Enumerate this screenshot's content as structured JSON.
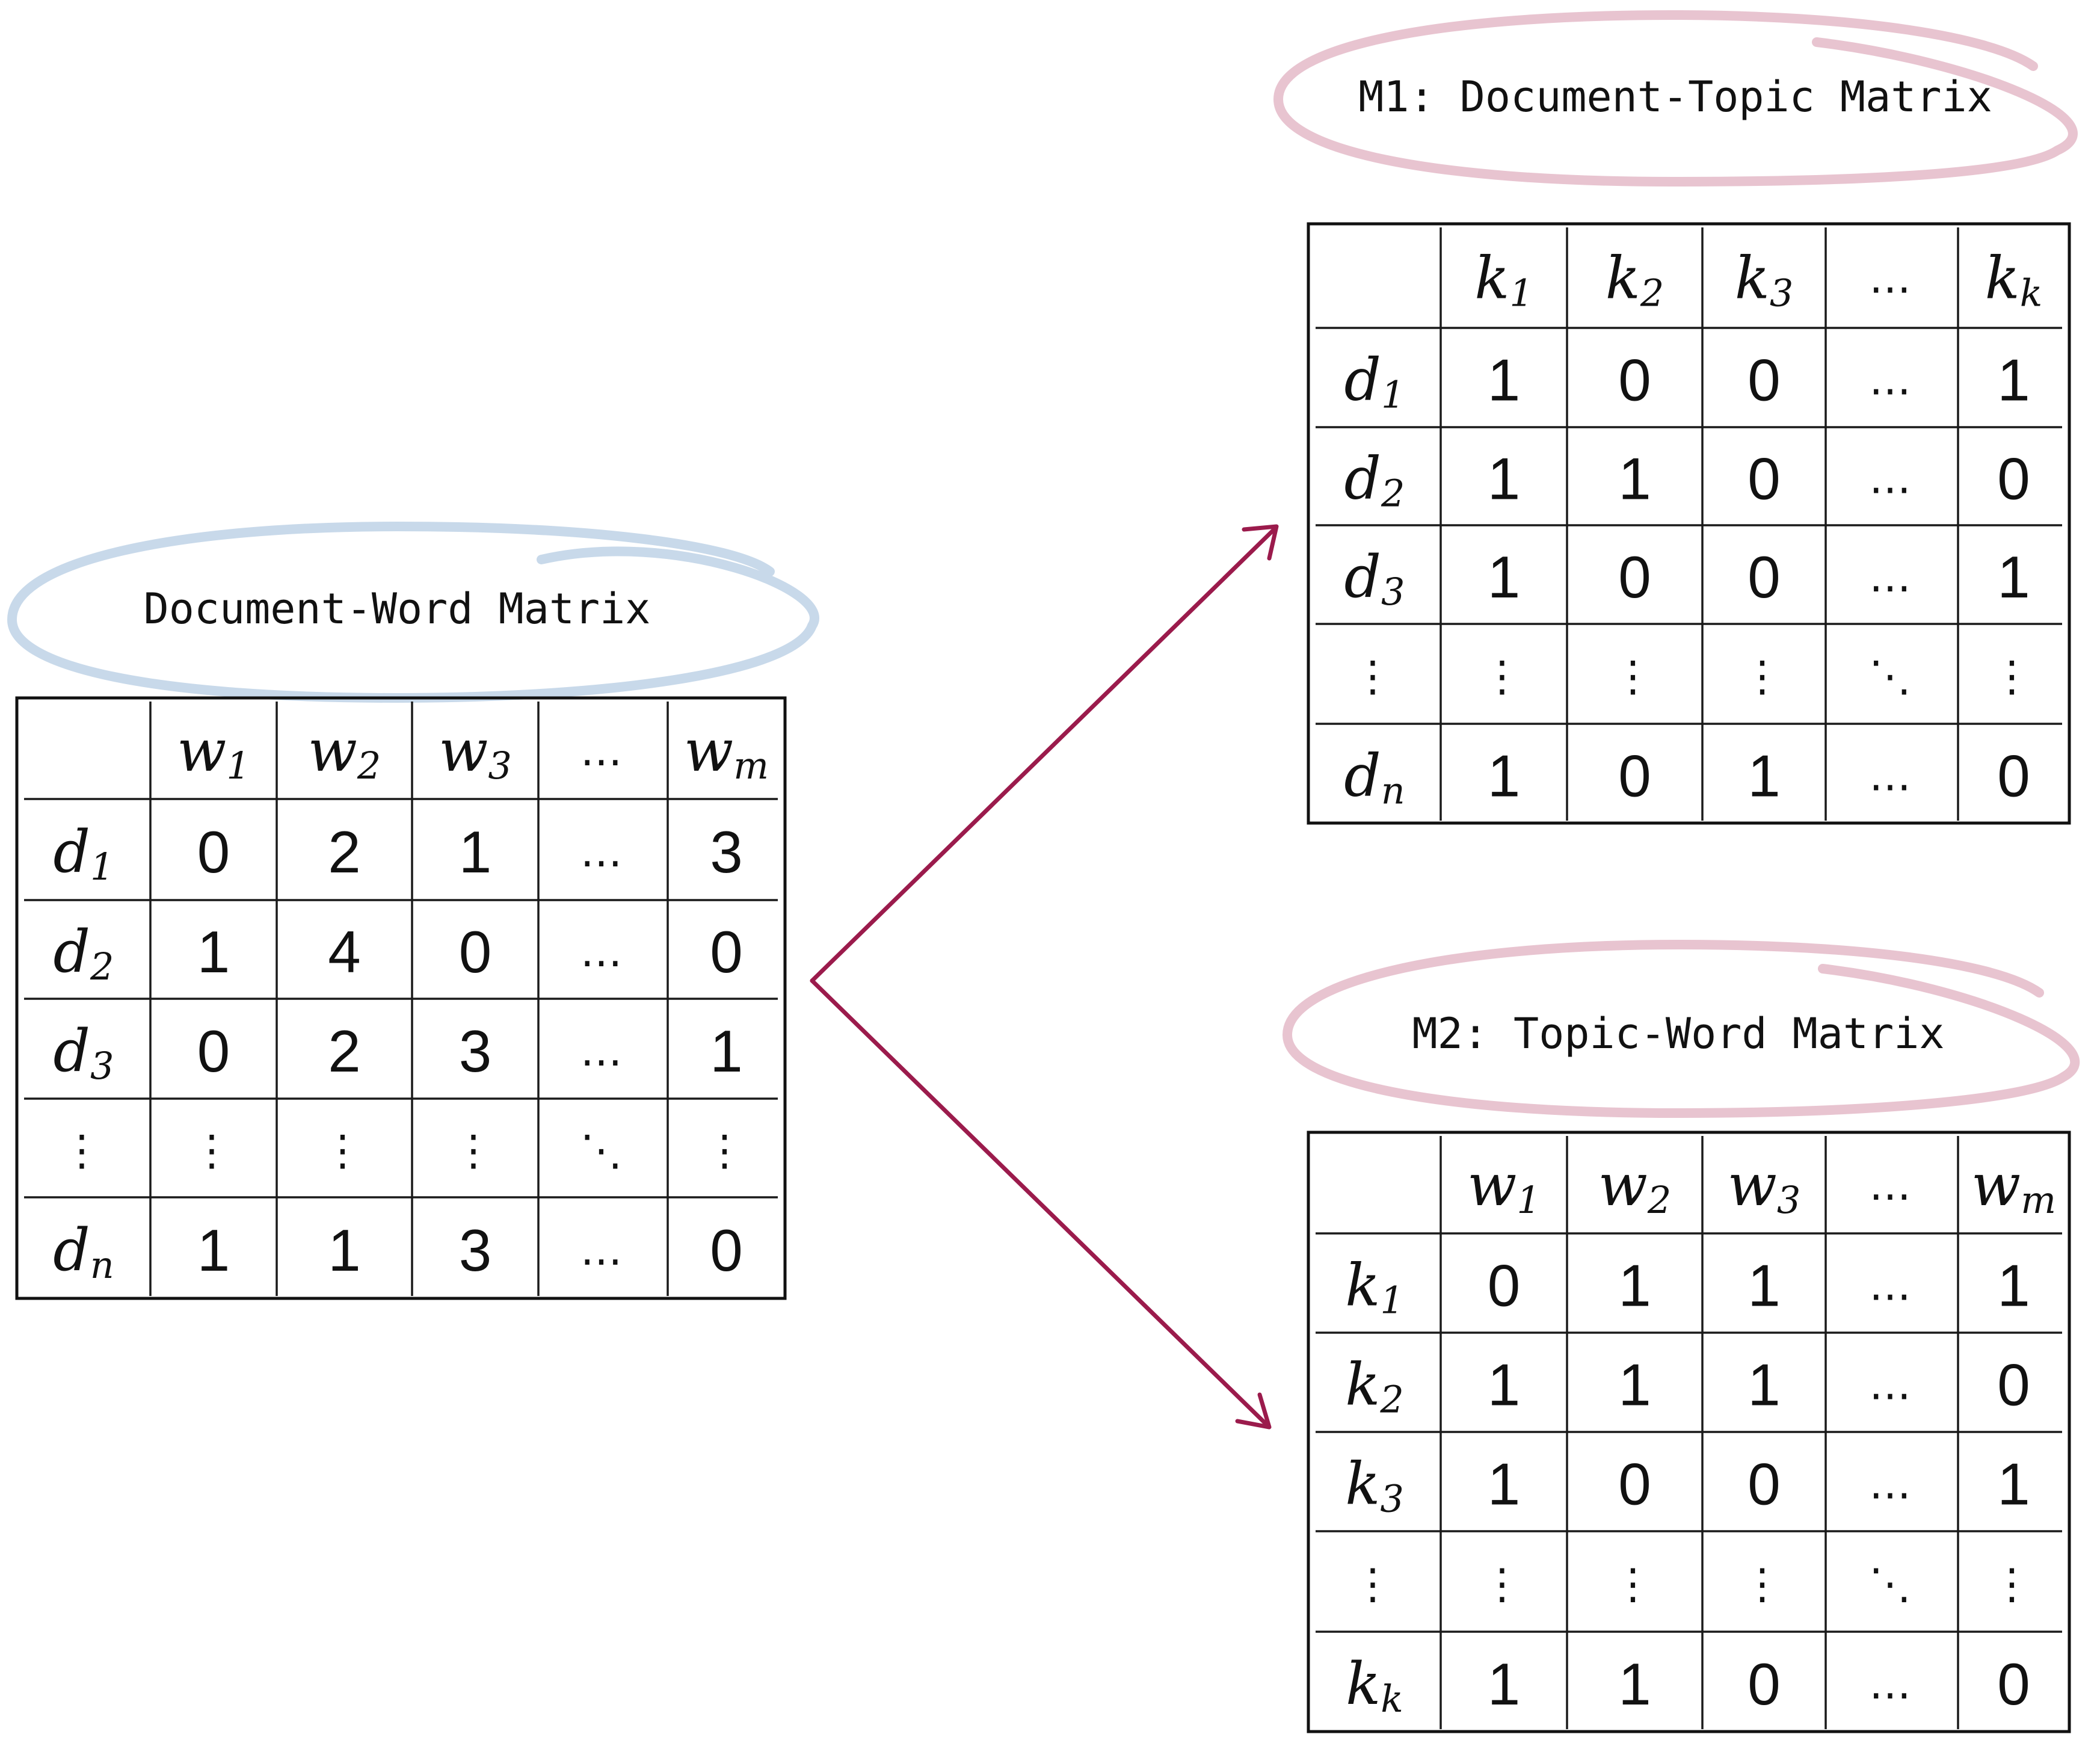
{
  "colors": {
    "blue_ellipse": "#c8d9ea",
    "pink_ellipse": "#e8c4d0",
    "arrow": "#9b1b4c",
    "ink": "#111111"
  },
  "labels": {
    "doc_word": "Document-Word Matrix",
    "m1": "M1: Document-Topic Matrix",
    "m2": "M2: Topic-Word Matrix"
  },
  "matrices": {
    "doc_word": {
      "col_headers": [
        {
          "base": "w",
          "sub": "1"
        },
        {
          "base": "w",
          "sub": "2"
        },
        {
          "base": "w",
          "sub": "3"
        },
        {
          "base": "…",
          "sub": ""
        },
        {
          "base": "w",
          "sub": "m"
        }
      ],
      "row_headers": [
        {
          "base": "d",
          "sub": "1"
        },
        {
          "base": "d",
          "sub": "2"
        },
        {
          "base": "d",
          "sub": "3"
        },
        {
          "base": "⋮",
          "sub": ""
        },
        {
          "base": "d",
          "sub": "n"
        }
      ],
      "cells": [
        [
          "0",
          "2",
          "1",
          "…",
          "3"
        ],
        [
          "1",
          "4",
          "0",
          "…",
          "0"
        ],
        [
          "0",
          "2",
          "3",
          "…",
          "1"
        ],
        [
          "⋮",
          "⋮",
          "⋮",
          "⋱",
          "⋮"
        ],
        [
          "1",
          "1",
          "3",
          "…",
          "0"
        ]
      ]
    },
    "m1": {
      "col_headers": [
        {
          "base": "k",
          "sub": "1"
        },
        {
          "base": "k",
          "sub": "2"
        },
        {
          "base": "k",
          "sub": "3"
        },
        {
          "base": "…",
          "sub": ""
        },
        {
          "base": "k",
          "sub": "k"
        }
      ],
      "row_headers": [
        {
          "base": "d",
          "sub": "1"
        },
        {
          "base": "d",
          "sub": "2"
        },
        {
          "base": "d",
          "sub": "3"
        },
        {
          "base": "⋮",
          "sub": ""
        },
        {
          "base": "d",
          "sub": "n"
        }
      ],
      "cells": [
        [
          "1",
          "0",
          "0",
          "…",
          "1"
        ],
        [
          "1",
          "1",
          "0",
          "…",
          "0"
        ],
        [
          "1",
          "0",
          "0",
          "…",
          "1"
        ],
        [
          "⋮",
          "⋮",
          "⋮",
          "⋱",
          "⋮"
        ],
        [
          "1",
          "0",
          "1",
          "…",
          "0"
        ]
      ]
    },
    "m2": {
      "col_headers": [
        {
          "base": "w",
          "sub": "1"
        },
        {
          "base": "w",
          "sub": "2"
        },
        {
          "base": "w",
          "sub": "3"
        },
        {
          "base": "…",
          "sub": ""
        },
        {
          "base": "w",
          "sub": "m"
        }
      ],
      "row_headers": [
        {
          "base": "k",
          "sub": "1"
        },
        {
          "base": "k",
          "sub": "2"
        },
        {
          "base": "k",
          "sub": "3"
        },
        {
          "base": "⋮",
          "sub": ""
        },
        {
          "base": "k",
          "sub": "k"
        }
      ],
      "cells": [
        [
          "0",
          "1",
          "1",
          "…",
          "1"
        ],
        [
          "1",
          "1",
          "1",
          "…",
          "0"
        ],
        [
          "1",
          "0",
          "0",
          "…",
          "1"
        ],
        [
          "⋮",
          "⋮",
          "⋮",
          "⋱",
          "⋮"
        ],
        [
          "1",
          "1",
          "0",
          "…",
          "0"
        ]
      ]
    }
  }
}
